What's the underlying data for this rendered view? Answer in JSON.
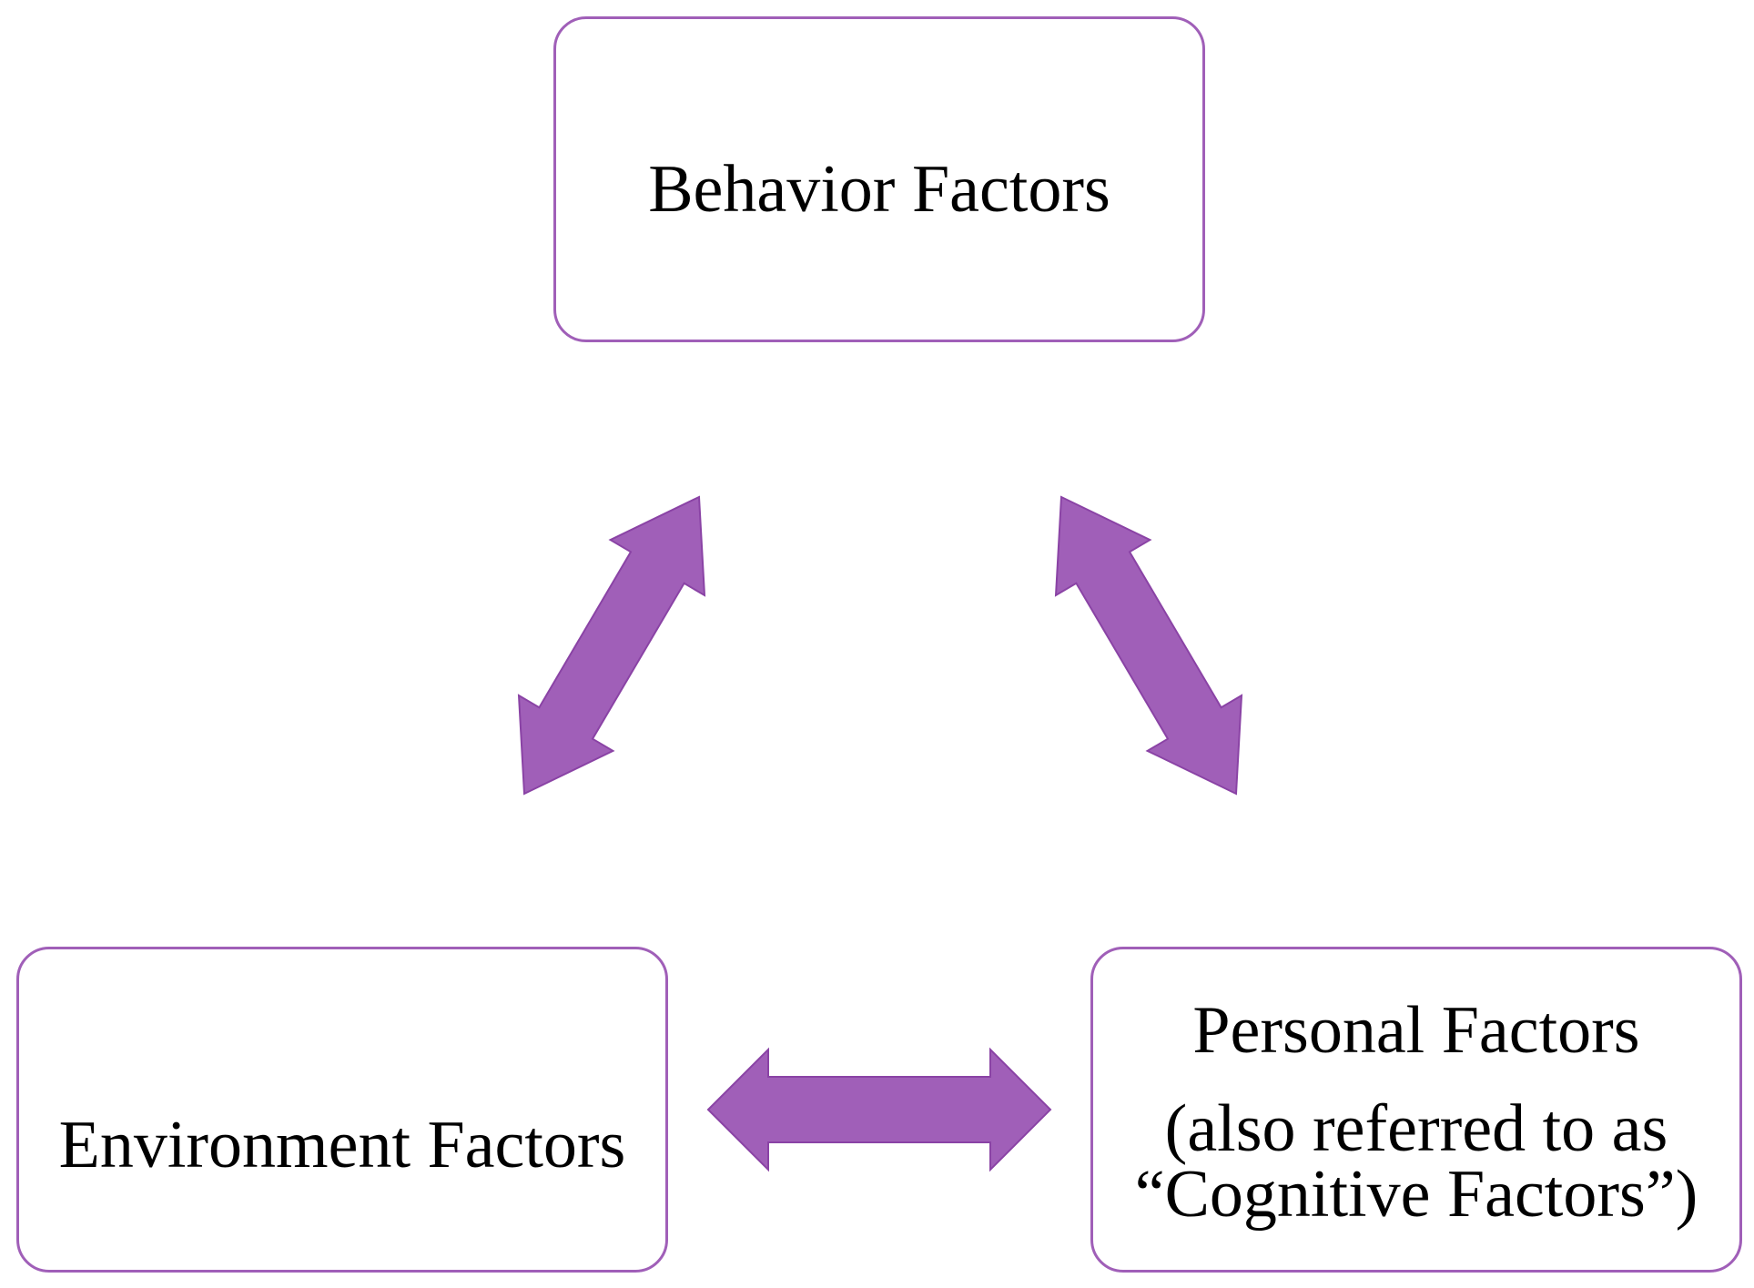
{
  "diagram": {
    "accent_color": "#a05fb8",
    "nodes": {
      "behavior": {
        "label": "Behavior Factors"
      },
      "environment": {
        "label": "Environment Factors"
      },
      "personal": {
        "label_line1": "Personal Factors",
        "label_line2": "(also referred to as",
        "label_line3": "“Cognitive Factors”)"
      }
    },
    "edges": [
      {
        "from": "environment",
        "to": "behavior",
        "type": "bidirectional-arrow"
      },
      {
        "from": "behavior",
        "to": "personal",
        "type": "bidirectional-arrow"
      },
      {
        "from": "environment",
        "to": "personal",
        "type": "bidirectional-arrow"
      }
    ]
  }
}
